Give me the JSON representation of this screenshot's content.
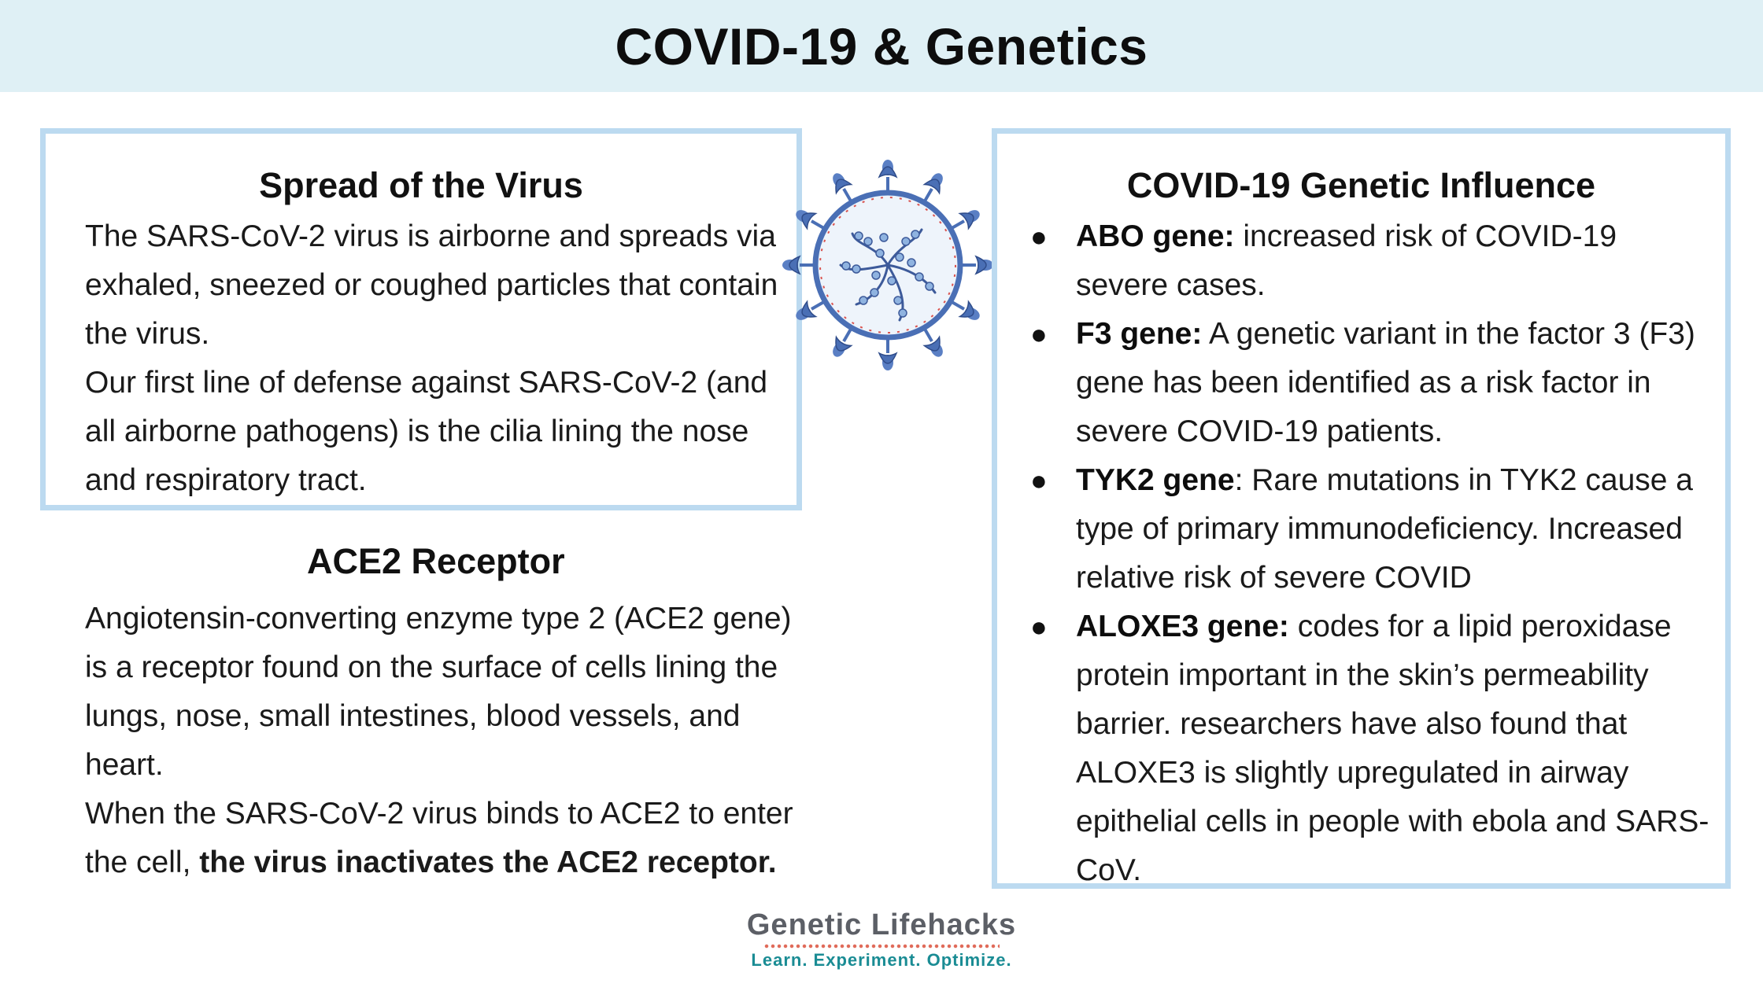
{
  "page": {
    "title": "COVID-19 & Genetics"
  },
  "spread": {
    "heading": "Spread of the Virus",
    "paragraphs": [
      "The SARS-CoV-2 virus is airborne and spreads via exhaled, sneezed or coughed particles that contain the virus.",
      "Our first line of defense against SARS-CoV-2 (and all airborne pathogens) is the cilia lining the nose and respiratory tract."
    ]
  },
  "ace2": {
    "heading": "ACE2 Receptor",
    "paragraph1": "Angiotensin-converting enzyme type 2 (ACE2 gene) is a receptor found on the surface of cells lining the lungs, nose, small intestines, blood vessels, and heart.",
    "paragraph2_start": "When the SARS-CoV-2 virus binds to ACE2 to enter the cell, ",
    "paragraph2_bold": "the virus inactivates the ACE2 receptor."
  },
  "genetic": {
    "heading": "COVID-19 Genetic Influence",
    "items": [
      {
        "label": "ABO gene:",
        "text": " increased risk of COVID-19 severe cases."
      },
      {
        "label": "F3 gene:",
        "text": " A genetic variant in the factor 3 (F3) gene has been identified as a risk factor in severe COVID-19 patients."
      },
      {
        "label": "TYK2 gene",
        "text": ": Rare mutations in TYK2 cause a type of primary immunodeficiency. Increased relative risk of severe COVID"
      },
      {
        "label": "ALOXE3 gene:",
        "text": " codes for a lipid peroxidase protein important in the skin’s permeability barrier. researchers have also found that ALOXE3 is slightly upregulated in airway epithelial cells in people with ebola and SARS-CoV."
      }
    ]
  },
  "logo": {
    "name": "Genetic Lifehacks",
    "tagline": "Learn. Experiment. Optimize."
  },
  "colors": {
    "title_bar_bg": "#dff0f5",
    "panel_border": "#bcdaf0",
    "virus_blue": "#4a6fb5",
    "virus_red": "#d9534f",
    "logo_gray": "#5c5f66",
    "logo_teal": "#1a8c94"
  }
}
